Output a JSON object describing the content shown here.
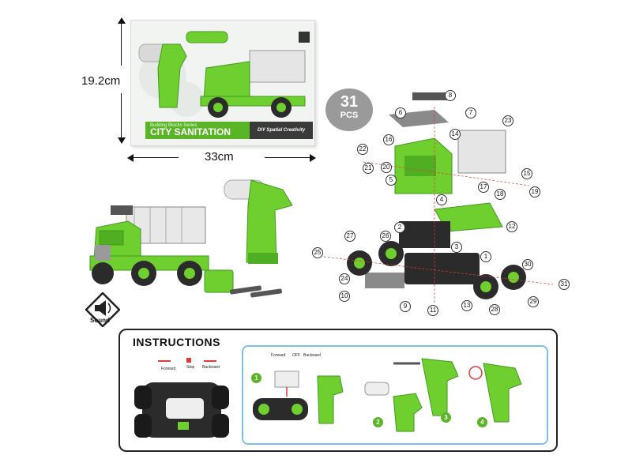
{
  "dimensions": {
    "height": "19.2cm",
    "width": "33cm"
  },
  "box": {
    "series": "Building Blocks Series",
    "title": "CITY SANITATION",
    "tagline": "DIY Spatial Creativity"
  },
  "pieces": {
    "count": "31",
    "unit": "PCS"
  },
  "sound_label": "Sound",
  "part_numbers": [
    "1",
    "2",
    "3",
    "4",
    "5",
    "6",
    "7",
    "8",
    "9",
    "10",
    "11",
    "12",
    "13",
    "14",
    "15",
    "16",
    "17",
    "18",
    "19",
    "20",
    "21",
    "22",
    "23",
    "24",
    "25",
    "26",
    "27",
    "28",
    "29",
    "30",
    "31"
  ],
  "instructions": {
    "title": "INSTRUCTIONS",
    "switch_labels": {
      "forward": "Forward",
      "stop": "Stop",
      "backward": "Backward"
    },
    "drill_labels": {
      "forward": "Forward",
      "off": "OFF",
      "backward": "Backward"
    },
    "steps": [
      "1",
      "2",
      "3",
      "4"
    ]
  },
  "colors": {
    "toy_green": "#6fcf2f",
    "dark_green": "#3f9a1c",
    "body_dark": "#2b2b2b",
    "silver": "#d8d8d8",
    "instruction_border": "#7fc0e6"
  }
}
